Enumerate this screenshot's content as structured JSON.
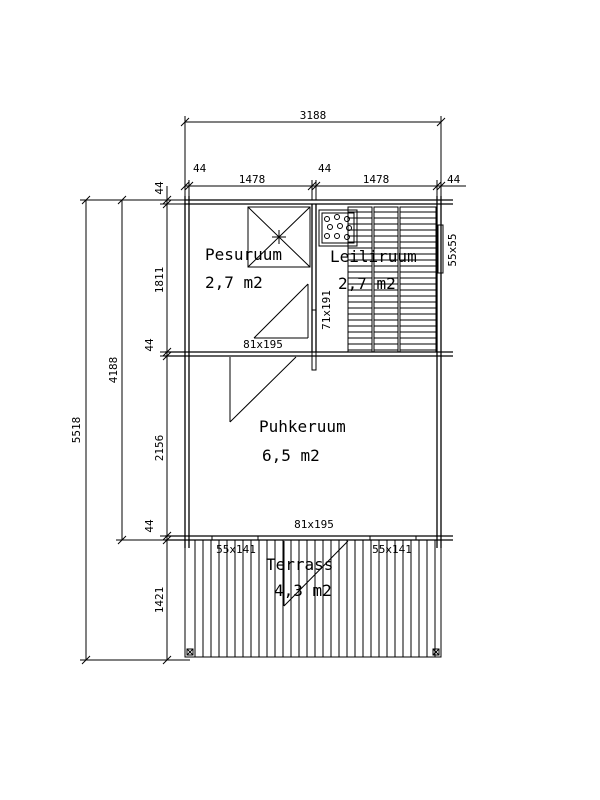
{
  "dimensions": {
    "total_width": "3188",
    "wall_left": "44",
    "room_width_left": "1478",
    "wall_middle": "44",
    "room_width_right": "1478",
    "wall_right": "44",
    "total_depth": "5518",
    "house_depth": "4188",
    "wall_top": "44",
    "depth_front_rooms": "1811",
    "wall_inner": "44",
    "depth_puhkeruum": "2156",
    "wall_front": "44",
    "depth_terrace": "1421",
    "door_bath": "81x195",
    "door_sauna": "71x191",
    "door_front": "81x195",
    "window_sauna": "55x55",
    "window_left": "55x141",
    "window_right": "55x141"
  },
  "rooms": {
    "pesuruum": {
      "name": "Pesuruum",
      "area": "2,7 m2"
    },
    "leiliruum": {
      "name": "Leiliruum",
      "area": "2,7 m2"
    },
    "puhkeruum": {
      "name": "Puhkeruum",
      "area": "6,5 m2"
    },
    "terrass": {
      "name": "Terrass",
      "area": "4,3 m2"
    }
  }
}
